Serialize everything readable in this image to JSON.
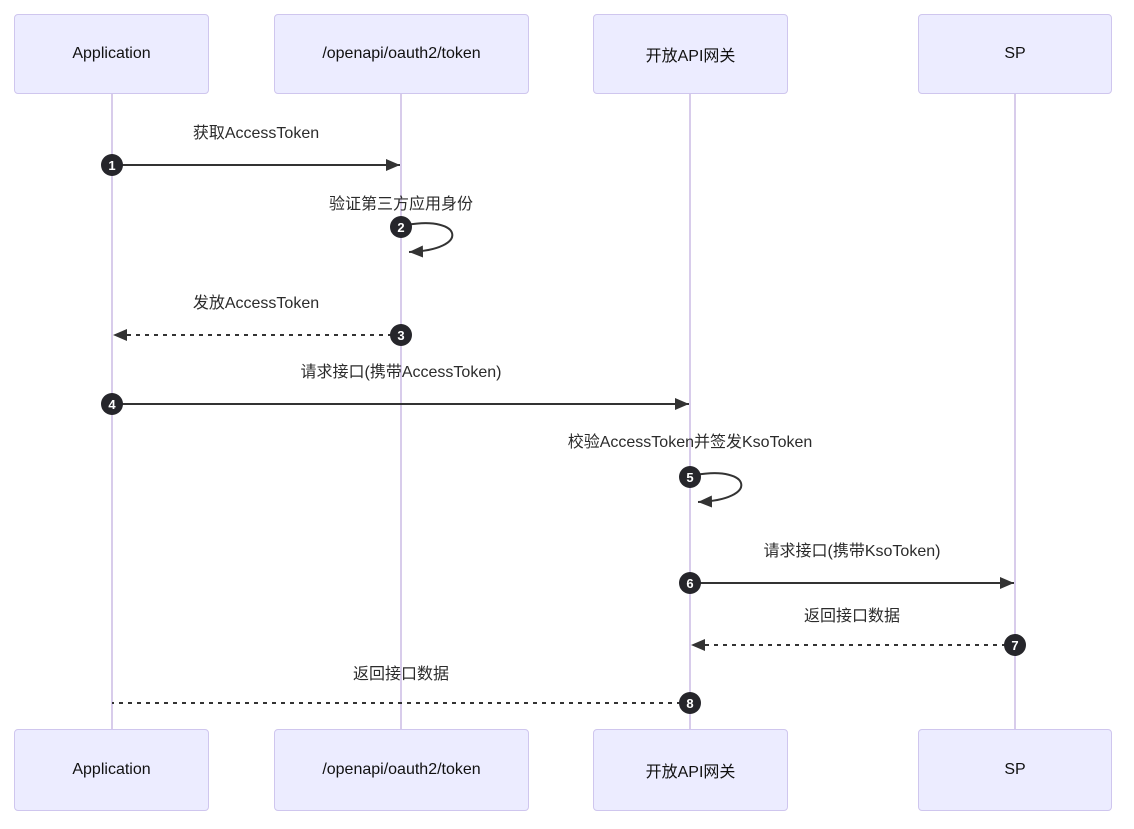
{
  "diagram": {
    "type": "sequence-diagram",
    "participants": [
      {
        "label": "Application"
      },
      {
        "label": "/openapi/oauth2/token"
      },
      {
        "label": "开放API网关"
      },
      {
        "label": "SP"
      }
    ],
    "messages": [
      {
        "seq": "1",
        "label": "获取AccessToken",
        "from": "Application",
        "to": "/openapi/oauth2/token",
        "line": "solid",
        "arrowhead": true
      },
      {
        "seq": "2",
        "label": "验证第三方应用身份",
        "from": "/openapi/oauth2/token",
        "to": "/openapi/oauth2/token",
        "line": "solid-self-loop",
        "arrowhead": true
      },
      {
        "seq": "3",
        "label": "发放AccessToken",
        "from": "/openapi/oauth2/token",
        "to": "Application",
        "line": "dashed",
        "arrowhead": true
      },
      {
        "seq": "4",
        "label": "请求接口(携带AccessToken)",
        "from": "Application",
        "to": "开放API网关",
        "line": "solid",
        "arrowhead": true
      },
      {
        "seq": "5",
        "label": "校验AccessToken并签发KsoToken",
        "from": "开放API网关",
        "to": "开放API网关",
        "line": "solid-self-loop",
        "arrowhead": true
      },
      {
        "seq": "6",
        "label": "请求接口(携带KsoToken)",
        "from": "开放API网关",
        "to": "SP",
        "line": "solid",
        "arrowhead": true
      },
      {
        "seq": "7",
        "label": "返回接口数据",
        "from": "SP",
        "to": "开放API网关",
        "line": "dashed",
        "arrowhead": true
      },
      {
        "seq": "8",
        "label": "返回接口数据",
        "from": "开放API网关",
        "to": "Application",
        "line": "dashed",
        "arrowhead": false
      }
    ],
    "colors": {
      "actor_fill": "#ECECFF",
      "actor_border": "#CFC6EE",
      "lifeline": "#D8CCEB",
      "arrow": "#333333",
      "seq_badge_fill": "#26262B",
      "seq_badge_text": "#FFFFFF",
      "message_text": "#2B2B2B",
      "background": "#FFFFFF"
    }
  }
}
